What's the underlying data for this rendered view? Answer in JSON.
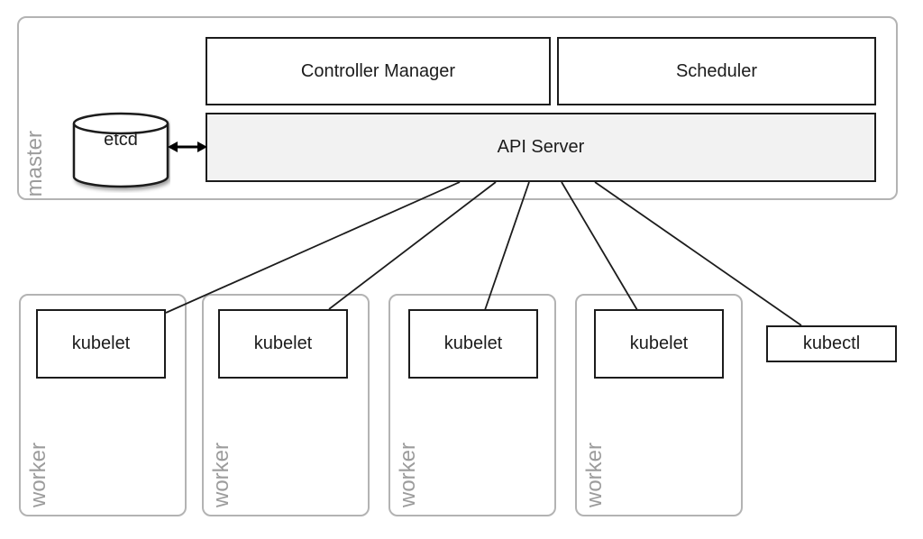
{
  "colors": {
    "group_border": "#b3b3b3",
    "node_border": "#1c1c1c",
    "api_server_fill": "#f2f2f2",
    "group_label_text": "#9c9c9c",
    "connector_line": "#1c1c1c"
  },
  "master": {
    "label": "master",
    "nodes": {
      "controller_manager": "Controller Manager",
      "scheduler": "Scheduler",
      "api_server": "API Server",
      "etcd": "etcd"
    }
  },
  "workers": [
    {
      "label": "worker",
      "kubelet": "kubelet"
    },
    {
      "label": "worker",
      "kubelet": "kubelet"
    },
    {
      "label": "worker",
      "kubelet": "kubelet"
    },
    {
      "label": "worker",
      "kubelet": "kubelet"
    }
  ],
  "kubectl_label": "kubectl"
}
